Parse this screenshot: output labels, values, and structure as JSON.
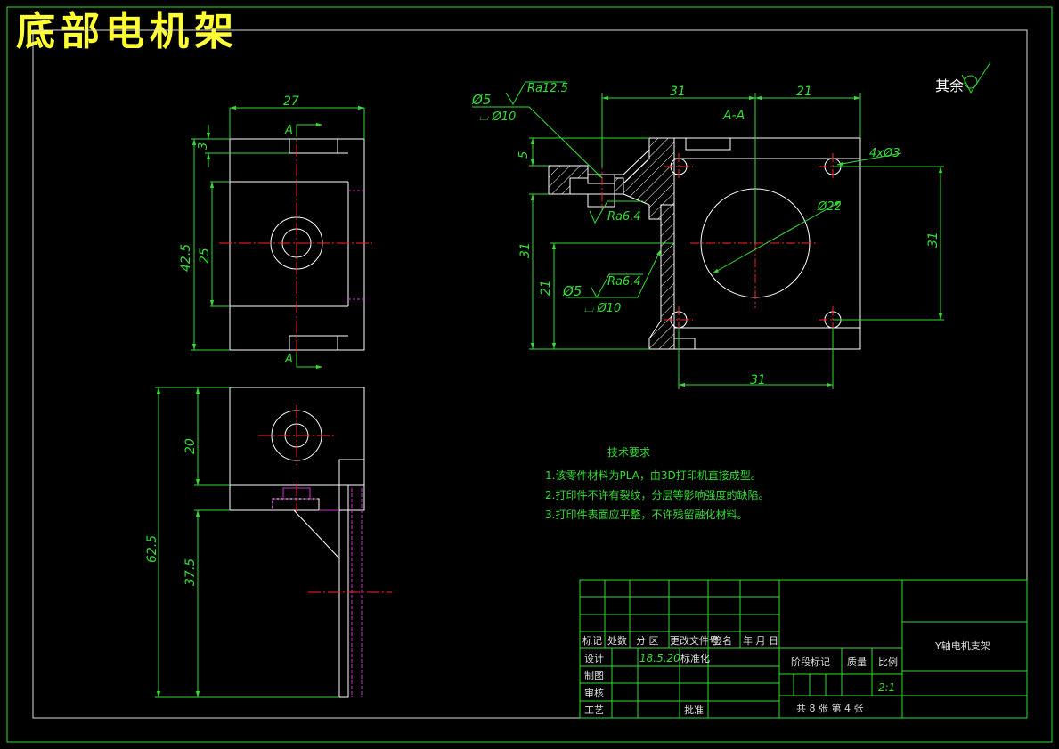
{
  "banner_title": "底部电机架",
  "section_label": "A-A",
  "section_marks": [
    "A",
    "A"
  ],
  "surface_note": "其余",
  "dimensions": {
    "top_width": "27",
    "top_h3": "3",
    "top_h25": "25",
    "top_h425": "42.5",
    "sec_top31": "31",
    "sec_top21": "21",
    "sec_h5": "5",
    "sec_h31": "31",
    "sec_h21": "21",
    "sec_right31": "31",
    "sec_bottom31": "31",
    "holes": "4xØ3",
    "bore": "Ø22",
    "bot_h20": "20",
    "bot_h625": "62.5",
    "bot_h375": "37.5"
  },
  "annotations": {
    "hole1_dia": "Ø5",
    "hole1_ra": "Ra12.5",
    "hole1_cb": "⌴ Ø10",
    "ra64_a": "Ra6.4",
    "hole2_dia": "Ø5",
    "ra64_b": "Ra6.4",
    "hole2_cb": "⌴ Ø10"
  },
  "tech_requirements": {
    "heading": "技术要求",
    "items": [
      "1.该零件材料为PLA，由3D打印机直接成型。",
      "2.打印件不许有裂纹，分层等影响强度的缺陷。",
      "3.打印件表面应平整，不许残留融化材料。"
    ]
  },
  "title_block": {
    "header": [
      "标记",
      "处数",
      "分 区",
      "更改文件号",
      "签名",
      "年 月 日"
    ],
    "design_label": "设计",
    "design_date": "18.5.20",
    "standard_label": "标准化",
    "draw_label": "制图",
    "review_label": "审核",
    "process_label": "工艺",
    "approve_label": "批准",
    "stage_label": "阶段标记",
    "mass_label": "质量",
    "scale_label": "比例",
    "scale_value": "2:1",
    "sheets": "共 8 张   第 4 张",
    "part_name": "Y轴电机支架"
  },
  "colors": {
    "outline": "#ffffff",
    "dimension": "#33dd33",
    "centerline": "#ff2222",
    "hidden": "#cc33cc",
    "banner": "#ffff33"
  }
}
